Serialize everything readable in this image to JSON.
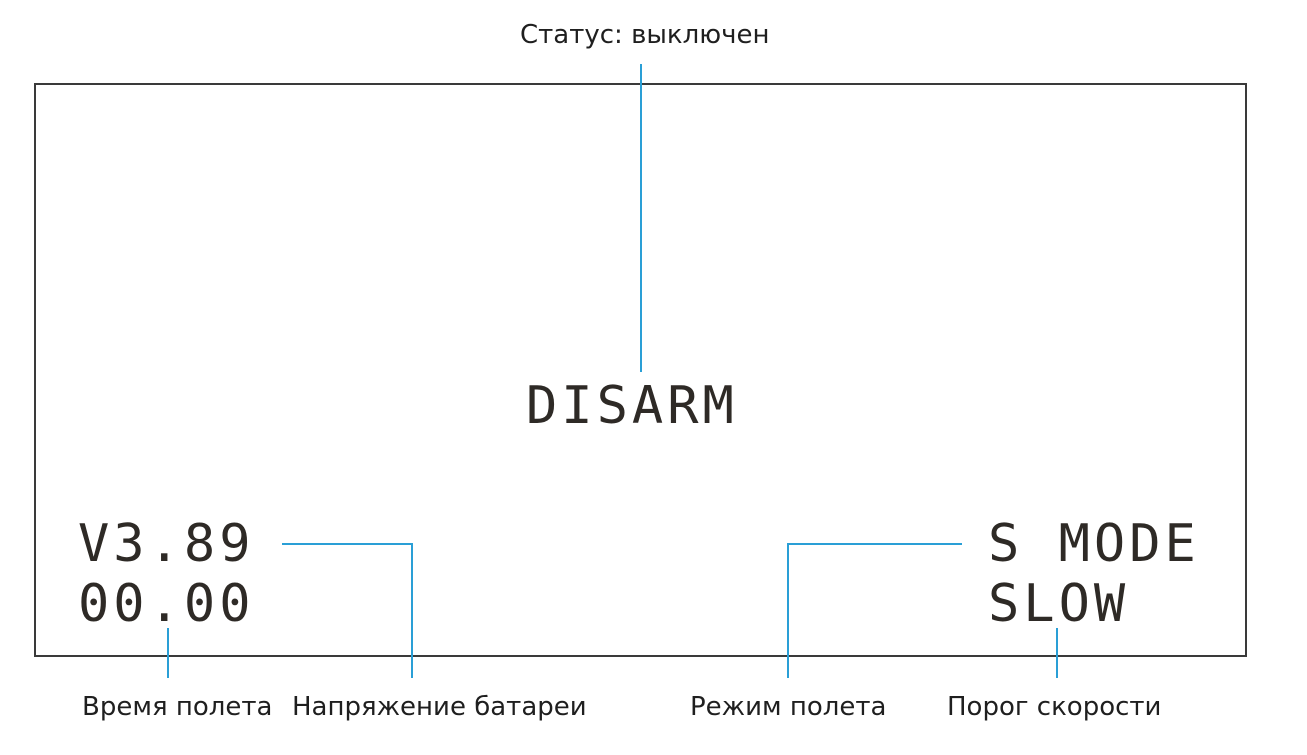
{
  "diagram": {
    "display": {
      "status_value": "DISARM",
      "battery_voltage": "V3.89",
      "flight_time": "00.00",
      "flight_mode": "S MODE",
      "speed_threshold": "SLOW"
    },
    "captions": {
      "status": "Статус: выключен",
      "flight_time": "Время полета",
      "battery_voltage": "Напряжение батареи",
      "flight_mode": "Режим полета",
      "speed_threshold": "Порог скорости"
    },
    "colors": {
      "leader_line": "#2a9fd6",
      "lcd_text": "#2e2a26",
      "frame": "#3a3a3a"
    }
  }
}
